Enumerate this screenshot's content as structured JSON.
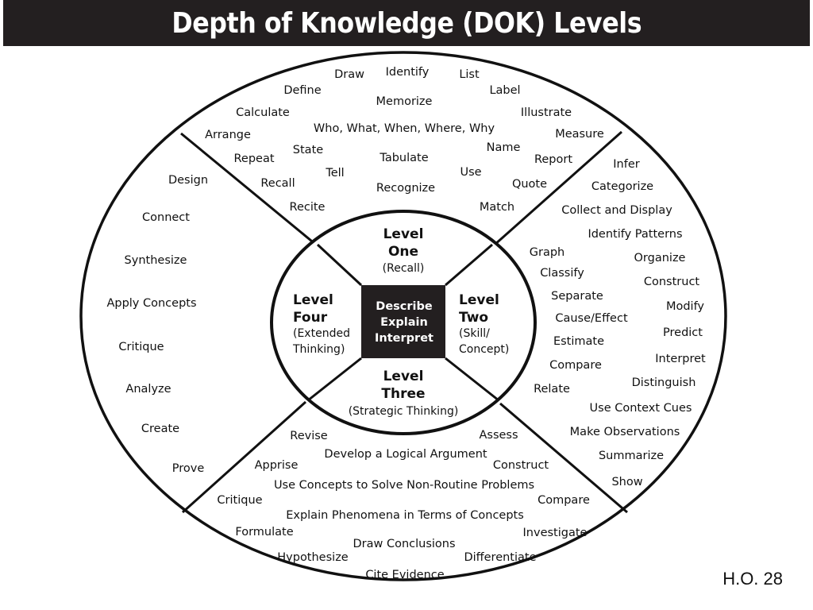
{
  "title": "Depth of Knowledge (DOK) Levels",
  "footer": "H.O. 28",
  "center": {
    "lines": [
      "Describe",
      "Explain",
      "Interpret"
    ]
  },
  "levels": {
    "one": {
      "name": [
        "Level",
        "One"
      ],
      "sub": [
        "(Recall)"
      ]
    },
    "two": {
      "name": [
        "Level",
        "Two"
      ],
      "sub": [
        "(Skill/",
        "Concept)"
      ]
    },
    "three": {
      "name": [
        "Level",
        "Three"
      ],
      "sub": [
        "(Strategic Thinking)"
      ]
    },
    "four": {
      "name": [
        "Level",
        "Four"
      ],
      "sub": [
        "(Extended",
        "Thinking)"
      ]
    }
  },
  "words": {
    "level_one": [
      "Draw",
      "Identify",
      "List",
      "Define",
      "Label",
      "Memorize",
      "Calculate",
      "Illustrate",
      "Who, What, When, Where, Why",
      "Arrange",
      "Measure",
      "State",
      "Name",
      "Repeat",
      "Tabulate",
      "Report",
      "Tell",
      "Use",
      "Recall",
      "Quote",
      "Recognize",
      "Recite",
      "Match"
    ],
    "level_two": [
      "Infer",
      "Categorize",
      "Collect and Display",
      "Identify Patterns",
      "Graph",
      "Organize",
      "Classify",
      "Construct",
      "Separate",
      "Modify",
      "Cause/Effect",
      "Predict",
      "Estimate",
      "Interpret",
      "Compare",
      "Distinguish",
      "Relate",
      "Use Context Cues",
      "Make Observations",
      "Summarize",
      "Show"
    ],
    "level_three": [
      "Revise",
      "Assess",
      "Develop a Logical Argument",
      "Apprise",
      "Construct",
      "Use Concepts to Solve Non-Routine Problems",
      "Critique",
      "Compare",
      "Explain Phenomena in Terms of Concepts",
      "Formulate",
      "Investigate",
      "Draw Conclusions",
      "Hypothesize",
      "Differentiate",
      "Cite Evidence"
    ],
    "level_four": [
      "Design",
      "Connect",
      "Synthesize",
      "Apply Concepts",
      "Critique",
      "Analyze",
      "Create",
      "Prove"
    ]
  }
}
